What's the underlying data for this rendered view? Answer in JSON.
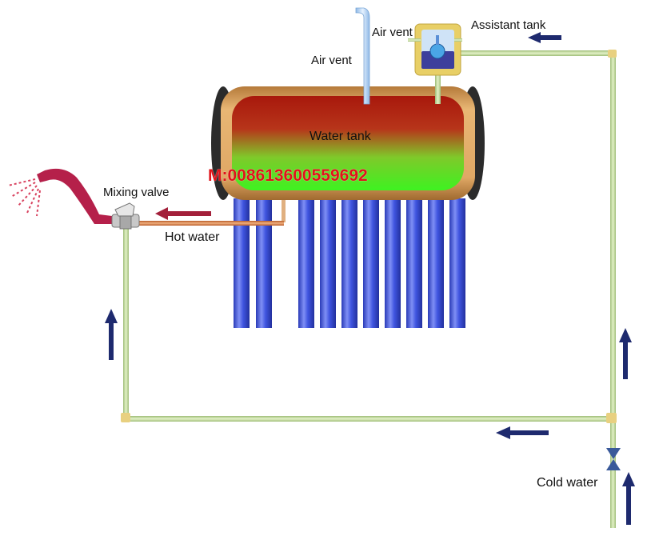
{
  "labels": {
    "air_vent_main": "Air vent",
    "air_vent_assistant": "Air vent",
    "assistant_tank": "Assistant tank",
    "water_tank": "Water tank",
    "mixing_valve": "Mixing valve",
    "hot_water": "Hot water",
    "cold_water": "Cold water"
  },
  "watermark": "M:008613600559692",
  "colors": {
    "pipe_green": "#c6dc9c",
    "hot_pipe": "#d9824e",
    "arrow_blue": "#1e2a6e",
    "arrow_red": "#a3203a",
    "tube_blue": "#3b4fd6",
    "tank_hot": "#a8180c",
    "tank_cool": "#3ef221",
    "tank_shell": "#d9a05a",
    "shower": "#b5204a",
    "watermark": "#e0141a"
  },
  "icons": {
    "shower_head": "shower-head-icon",
    "mixing_valve": "mixing-valve-icon",
    "check_valve": "valve-icon"
  }
}
